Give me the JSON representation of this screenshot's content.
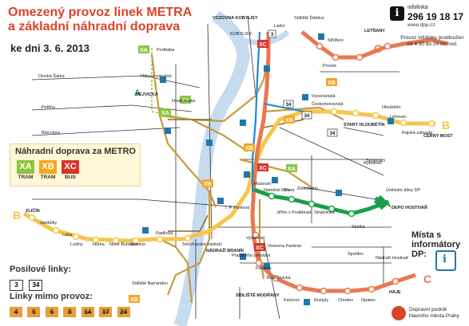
{
  "title": {
    "line1": "Omezený provoz linek METRA",
    "line2": "a základní náhradní doprava",
    "date_prefix": "ke dni",
    "date": "3. 6. 2013"
  },
  "infoline": {
    "label": "infolinka",
    "phone": "296 19 18 17",
    "web": "www.dpp.cz",
    "extended": "Provoz infolinky prodloužen od 4:30 do 24:00 hod."
  },
  "legend": {
    "title": "Náhradní doprava za METRO",
    "items": [
      {
        "code": "XA",
        "mode": "TRAM",
        "color": "#8cc63f"
      },
      {
        "code": "XB",
        "mode": "TRAM",
        "color": "#f5a623"
      },
      {
        "code": "XC",
        "mode": "BUS",
        "color": "#d8332a"
      }
    ]
  },
  "posilove": {
    "title": "Posilové linky:",
    "lines": [
      "3",
      "34"
    ]
  },
  "mimo_provoz": {
    "title": "Linky mimo provoz:",
    "lines": [
      "4",
      "5",
      "6",
      "8",
      "14",
      "17",
      "24"
    ]
  },
  "mista": {
    "title": "Místa s informátory DP:"
  },
  "dpp": {
    "line1": "Dopravní podnik",
    "line2": "hlavního města Prahy"
  },
  "colors": {
    "line_a": "#1a9e4a",
    "line_b": "#f6c54a",
    "line_c": "#e97752",
    "tram": "#8a6a2a",
    "river": "#c6dbef",
    "title": "#d8442a"
  },
  "lines": {
    "a_letter": "A",
    "b_letter_left": "B",
    "b_letter_right": "B",
    "c_letter_top": "C",
    "c_letter_bottom": "C"
  },
  "stations": {
    "podbaba": "Podbaba",
    "vitezne": "Vítězné náměstí",
    "hradcanska": "Hradčanská",
    "dejvicka": "DEJVICKÁ",
    "divoka_sarka": "Divoká Šárka",
    "petriny": "Petřiny",
    "bila_hora": "Bílá Hora",
    "zlicin": "ZLIČÍN",
    "stodulky": "Stodůlky",
    "luka": "Luka",
    "luziny": "Lužiny",
    "hurka": "Hůrka",
    "nove_butovice": "Nové Butovice",
    "jinonice": "Jinonice",
    "radlicka": "Radlická",
    "smichovske": "Smíchovské nádraží",
    "vozovna_kobylisy": "VOZOVNA KOBYLISY",
    "kobylisy": "KOBYLISY",
    "sidliste_dablice": "Sídliště Ďáblice",
    "letnany": "LETŇANY",
    "stirbohy": "Střížkov",
    "prosek": "Prosek",
    "ladvi": "Ládví",
    "vysocanska": "Vysočanská",
    "ceskomoravska": "Českomoravská",
    "hloubetin": "Hloubětín",
    "start_hloubetin": "START HLOUBĚTÍN",
    "lehovec": "Lehovec",
    "rajska": "Rajská zahrada",
    "cerny_most": "ČERNÝ MOST",
    "spojovaci": "Spojovací",
    "muzeum": "Muzeum",
    "namesti_miru": "Náměstí Míru",
    "flora": "Flora",
    "zelivskeho": "Želivského",
    "jiriho": "Jiřího z Poděbrad",
    "strasnicka": "Strašnická",
    "skalka": "Skalka",
    "depo": "DEPO HOSTIVAŘ",
    "depo_detail": "Ústřední dílny DP",
    "vysehrad": "Vyšehrad",
    "pankrac": "Pankrác",
    "budejovicka": "Budějovická",
    "kacerov": "Kačerov",
    "roztyly": "Roztyly",
    "chodov": "Chodov",
    "opatov": "Opatov",
    "haje": "HÁJE",
    "prazskeho": "Pražského povstání",
    "vozovna_pankrac": "Vozovna Pankrác",
    "ip_pavlova": "I. P. Pavlova",
    "nadrazi_branik": "NÁDRAŽÍ BRANÍK",
    "sidliste_modrany": "SÍDLIŠTĚ MODŘANY",
    "sidliste_barrandov": "Sídliště Barrandov",
    "spalova": "Spořilov",
    "nadrazi_hostivar": "Nádraží Hostivař",
    "rybnicek": "Rybníček"
  },
  "line_numbers": {
    "n3": "3",
    "n34": "34"
  }
}
